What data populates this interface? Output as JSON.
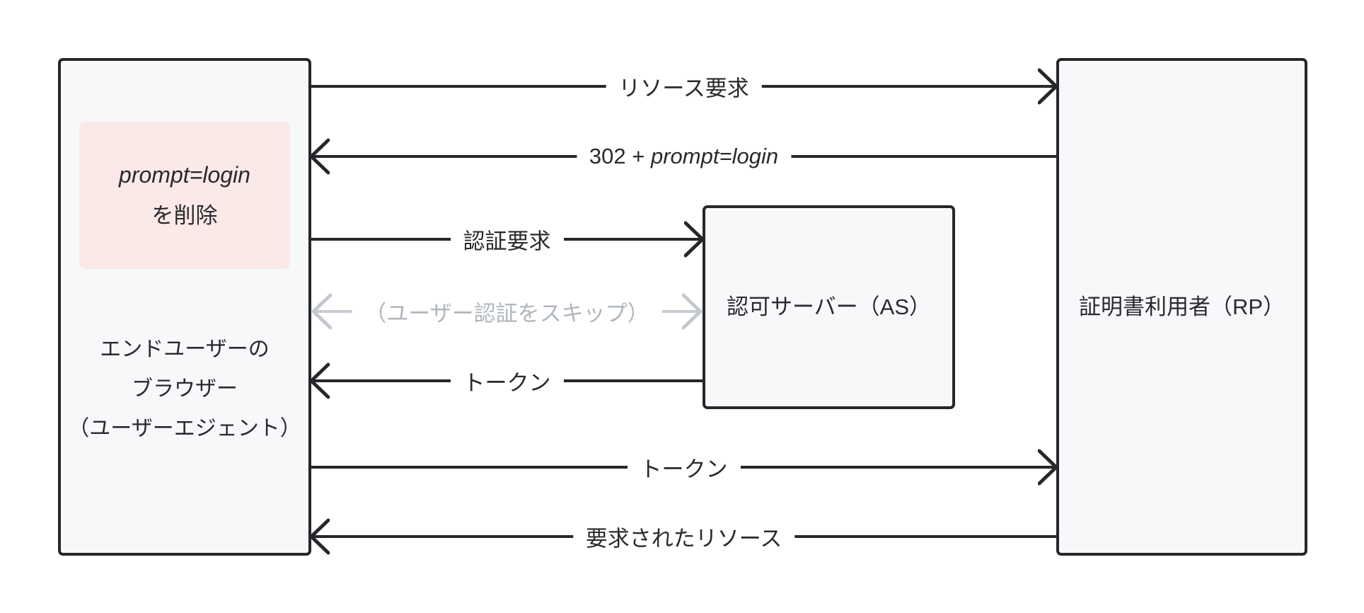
{
  "diagram": {
    "nodes": {
      "browser": {
        "lines": [
          "エンドユーザーの",
          "ブラウザー",
          "（ユーザーエジェント）"
        ],
        "note": {
          "line1": "prompt=login",
          "line2": "を削除"
        }
      },
      "auth_server": {
        "label": "認可サーバー（AS）"
      },
      "relying_party": {
        "label": "証明書利用者（RP）"
      }
    },
    "arrows": {
      "resource_request": {
        "label": "リソース要求"
      },
      "redirect_302": {
        "prefix": "302 + ",
        "emphasis": "prompt=login"
      },
      "auth_request": {
        "label": "認証要求"
      },
      "skip_user_auth": {
        "label": "（ユーザー認証をスキップ）"
      },
      "token_from_as": {
        "label": "トークン"
      },
      "token_to_rp": {
        "label": "トークン"
      },
      "requested_resource": {
        "label": "要求されたリソース"
      }
    },
    "colors": {
      "node_fill": "#f7f8fa",
      "line": "#27272b",
      "note_fill": "#fbe9e7",
      "muted_line": "#c7ccd2",
      "muted_text": "#b0b6bd",
      "background": "#ffffff"
    }
  }
}
